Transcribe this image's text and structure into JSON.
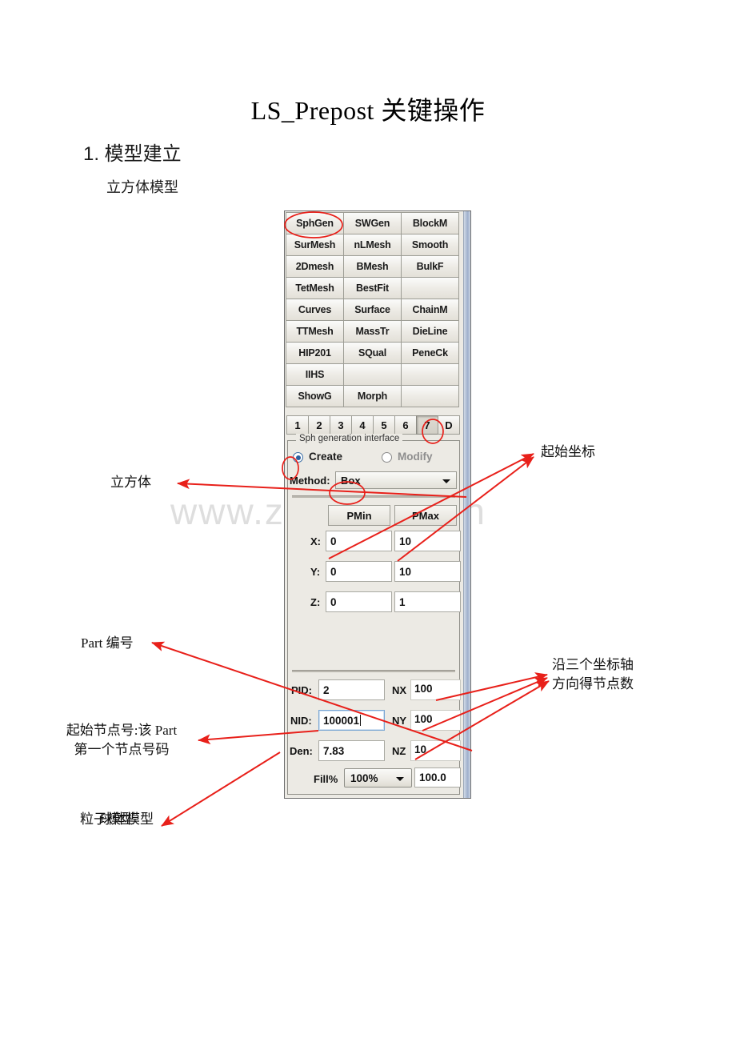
{
  "document": {
    "title": "LS_Prepost 关键操作",
    "section_heading": "1. 模型建立",
    "sub_heading": "立方体模型",
    "watermark": "www.zixin.com.cn"
  },
  "panel": {
    "button_grid": [
      [
        "SphGen",
        "SWGen",
        "BlockM"
      ],
      [
        "SurMesh",
        "nLMesh",
        "Smooth"
      ],
      [
        "2Dmesh",
        "BMesh",
        "BulkF"
      ],
      [
        "TetMesh",
        "BestFit",
        ""
      ],
      [
        "Curves",
        "Surface",
        "ChainM"
      ],
      [
        "TTMesh",
        "MassTr",
        "DieLine"
      ],
      [
        "HIP201",
        "SQual",
        "PeneCk"
      ],
      [
        "IIHS",
        "",
        ""
      ],
      [
        "ShowG",
        "Morph",
        ""
      ]
    ],
    "tabs": [
      "1",
      "2",
      "3",
      "4",
      "5",
      "6",
      "7",
      "D"
    ],
    "active_tab": "7",
    "group_legend": "Sph generation interface",
    "mode": {
      "create_label": "Create",
      "modify_label": "Modify",
      "selected": "Create"
    },
    "method": {
      "label": "Method:",
      "value": "Box"
    },
    "point_headers": {
      "pmin": "PMin",
      "pmax": "PMax"
    },
    "coords": [
      {
        "axis": "X:",
        "pmin": "0",
        "pmax": "10"
      },
      {
        "axis": "Y:",
        "pmin": "0",
        "pmax": "10"
      },
      {
        "axis": "Z:",
        "pmin": "0",
        "pmax": "1"
      }
    ],
    "left_fields": [
      {
        "label": "PID:",
        "value": "2"
      },
      {
        "label": "NID:",
        "value": "100001"
      },
      {
        "label": "Den:",
        "value": "7.83"
      }
    ],
    "right_fields": [
      {
        "label": "NX",
        "value": "100"
      },
      {
        "label": "NY",
        "value": "100"
      },
      {
        "label": "NZ",
        "value": "10"
      }
    ],
    "fill": {
      "label": "Fill%",
      "select_value": "100%",
      "numeric_value": "100.0"
    }
  },
  "annotations": {
    "cube": "立方体",
    "start_coord": "起始坐标",
    "part_id": "Part 编号",
    "start_node_line1": "起始节点号:该 Part",
    "start_node_line2": "第一个节点号码",
    "node_counts_line1": "沿三个坐标轴",
    "node_counts_line2": "方向得节点数",
    "particle_model": "粒子模型",
    "sphere_model": "球体模型"
  },
  "colors": {
    "annotation_red": "#e8201a",
    "panel_bg": "#eceae4",
    "accent_blue": "#2a5f9e",
    "watermark_gray": "#dedede"
  }
}
